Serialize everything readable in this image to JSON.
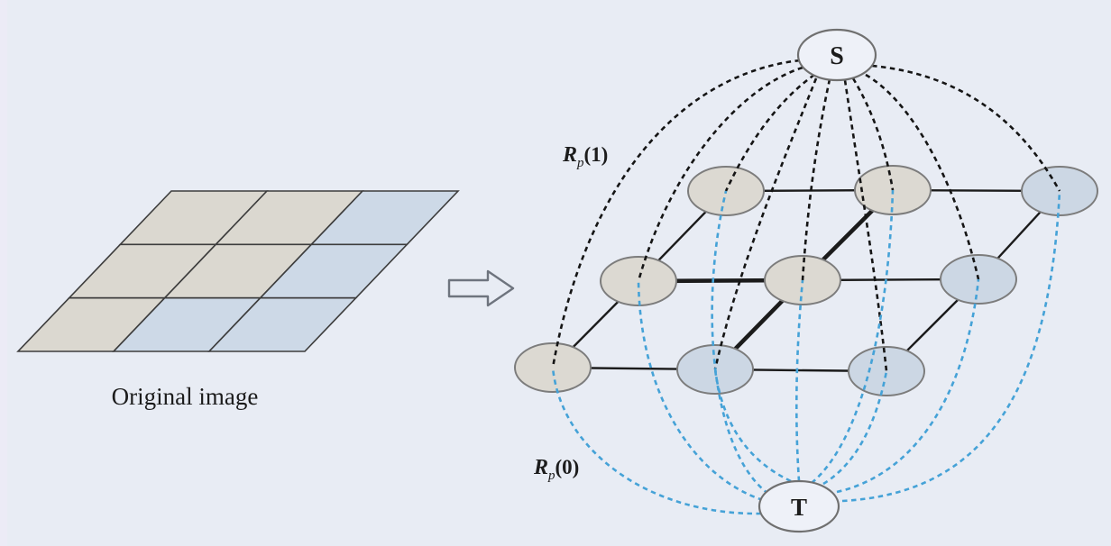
{
  "figure": {
    "type": "graph-cut segmentation diagram"
  },
  "colors": {
    "background": "#e8ecf4",
    "cell_gray": "#dbd8d0",
    "cell_blue": "#cdd9e7",
    "cell_stroke": "#3d3d3d",
    "node_gray": "#dcd9d2",
    "node_blue": "#ccd7e4",
    "node_stroke": "#7c7c7c",
    "st_fill": "#eef1f8",
    "st_stroke": "#707070",
    "n_link": "#1b1b1b",
    "s_link": "#151515",
    "t_link": "#45a2d7",
    "text": "#1c1c1c",
    "arrow_stroke": "#6e747e"
  },
  "original_image": {
    "caption": "Original image",
    "grid_cell_colors": [
      [
        "gray",
        "gray",
        "blue"
      ],
      [
        "gray",
        "gray",
        "blue"
      ],
      [
        "gray",
        "blue",
        "blue"
      ]
    ]
  },
  "arrow": {
    "direction": "right"
  },
  "graph": {
    "source_label": "S",
    "sink_label": "T",
    "nodes": [
      {
        "id": "A1",
        "row": 0,
        "col": 0,
        "color": "gray"
      },
      {
        "id": "A2",
        "row": 0,
        "col": 1,
        "color": "gray"
      },
      {
        "id": "A3",
        "row": 0,
        "col": 2,
        "color": "blue"
      },
      {
        "id": "B1",
        "row": 1,
        "col": 0,
        "color": "gray"
      },
      {
        "id": "B2",
        "row": 1,
        "col": 1,
        "color": "gray"
      },
      {
        "id": "B3",
        "row": 1,
        "col": 2,
        "color": "blue"
      },
      {
        "id": "C1",
        "row": 2,
        "col": 0,
        "color": "gray"
      },
      {
        "id": "C2",
        "row": 2,
        "col": 1,
        "color": "blue"
      },
      {
        "id": "C3",
        "row": 2,
        "col": 2,
        "color": "blue"
      }
    ],
    "n_links": [
      {
        "from": "A1",
        "to": "A2",
        "thick": false
      },
      {
        "from": "A2",
        "to": "A3",
        "thick": false
      },
      {
        "from": "B1",
        "to": "B2",
        "thick": true
      },
      {
        "from": "B2",
        "to": "B3",
        "thick": false
      },
      {
        "from": "C1",
        "to": "C2",
        "thick": false
      },
      {
        "from": "C2",
        "to": "C3",
        "thick": false
      },
      {
        "from": "A1",
        "to": "B1",
        "thick": false
      },
      {
        "from": "A2",
        "to": "B2",
        "thick": true
      },
      {
        "from": "A3",
        "to": "B3",
        "thick": false
      },
      {
        "from": "B1",
        "to": "C1",
        "thick": false
      },
      {
        "from": "B2",
        "to": "C2",
        "thick": true
      },
      {
        "from": "B3",
        "to": "C3",
        "thick": false
      }
    ],
    "s_links": [
      "A1",
      "A2",
      "A3",
      "B1",
      "B2",
      "B3",
      "C1",
      "C2",
      "C3"
    ],
    "t_links": [
      "A1",
      "A2",
      "A3",
      "B1",
      "B2",
      "B3",
      "C1",
      "C2",
      "C3"
    ],
    "labels": {
      "rp1": {
        "symbol": "R",
        "sub": "p",
        "arg": "(1)"
      },
      "rp0": {
        "symbol": "R",
        "sub": "p",
        "arg": "(0)"
      }
    }
  }
}
